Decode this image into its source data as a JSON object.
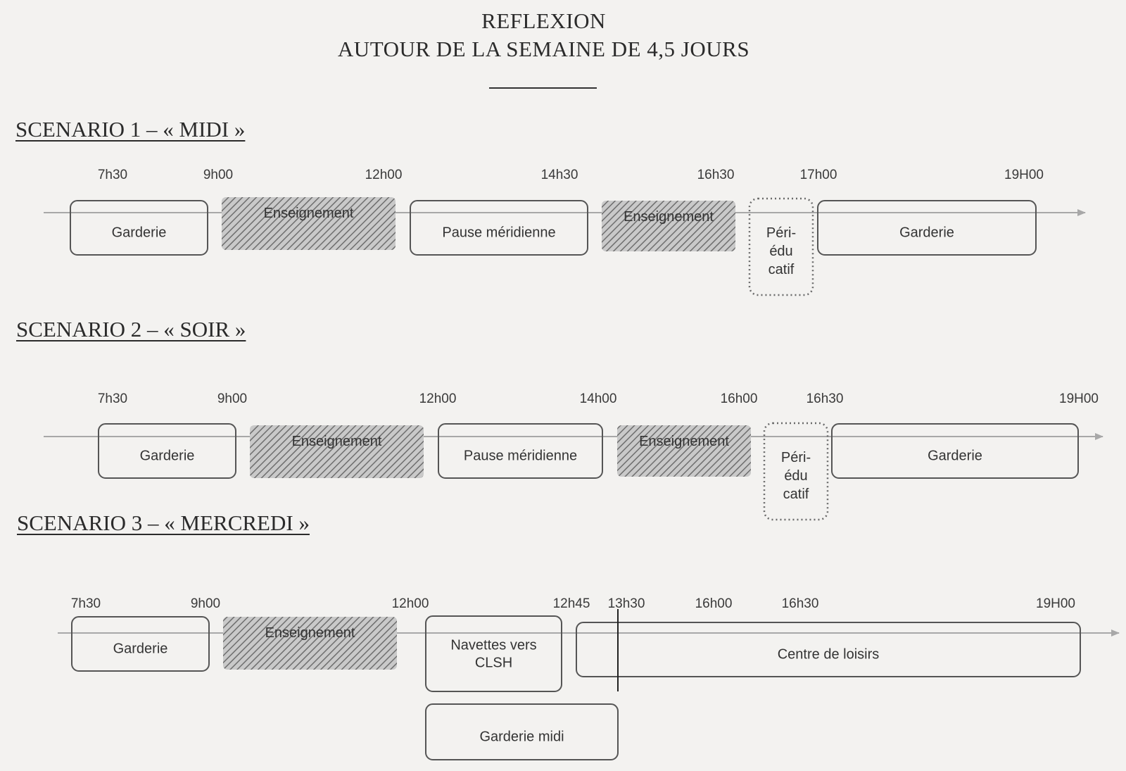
{
  "header": {
    "title_line1": "REFLEXION",
    "title_line2": "AUTOUR DE LA SEMAINE DE 4,5 JOURS"
  },
  "colors": {
    "line": "#a8a8a8",
    "box": "#555555",
    "hatch": "#8a8a8a"
  },
  "scenarios": [
    {
      "title": "SCENARIO 1 – « MIDI »",
      "times": [
        "7h30",
        "9h00",
        "12h00",
        "14h30",
        "16h30",
        "17h00",
        "19H00"
      ],
      "blocks": [
        {
          "label": "Garderie",
          "style": "outline"
        },
        {
          "label": "Enseignement",
          "style": "hatched"
        },
        {
          "label": "Pause méridienne",
          "style": "outline"
        },
        {
          "label": "Enseignement",
          "style": "hatched"
        },
        {
          "label": "Péri-\nédu\ncatif",
          "style": "dotted"
        },
        {
          "label": "Garderie",
          "style": "outline"
        }
      ]
    },
    {
      "title": "SCENARIO 2 – « SOIR »",
      "times": [
        "7h30",
        "9h00",
        "12h00",
        "14h00",
        "16h00",
        "16h30",
        "19H00"
      ],
      "blocks": [
        {
          "label": "Garderie",
          "style": "outline"
        },
        {
          "label": "Enseignement",
          "style": "hatched"
        },
        {
          "label": "Pause méridienne",
          "style": "outline"
        },
        {
          "label": "Enseignement",
          "style": "hatched"
        },
        {
          "label": "Péri-\nédu\ncatif",
          "style": "dotted"
        },
        {
          "label": "Garderie",
          "style": "outline"
        }
      ]
    },
    {
      "title": "SCENARIO 3 – « MERCREDI »",
      "times": [
        "7h30",
        "9h00",
        "12h00",
        "12h45",
        "13h30",
        "16h00",
        "16h30",
        "19H00"
      ],
      "blocks": [
        {
          "label": "Garderie",
          "style": "outline"
        },
        {
          "label": "Enseignement",
          "style": "hatched"
        },
        {
          "label": "Navettes vers\nCLSH",
          "style": "outline"
        },
        {
          "label": "Centre  de loisirs",
          "style": "outline"
        },
        {
          "label": "Garderie midi",
          "style": "outline"
        }
      ]
    }
  ]
}
